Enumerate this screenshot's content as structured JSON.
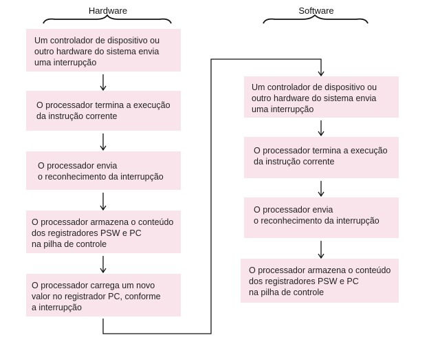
{
  "hardware": {
    "title": "Hardware",
    "steps": [
      "Um controlador de dispositivo ou\noutro hardware do sistema envia\numa interrupção",
      "O processador termina a execução\nda instrução corrente",
      "O processador envia\no reconhecimento da interrupção",
      "O processador armazena o conteúdo\ndos registradores PSW e PC\nna pilha de controle",
      "O processador carrega um novo\nvalor no registrador PC, conforme\na interrupção"
    ]
  },
  "software": {
    "title": "Software",
    "steps": [
      "Um controlador de dispositivo ou\noutro hardware do sistema envia\numa interrupção",
      "O processador termina a execução\nda instrução corrente",
      "O processador envia\no reconhecimento da interrupção",
      "O processador armazena o conteúdo\ndos registradores PSW e PC\nna pilha de controle"
    ]
  },
  "colors": {
    "box_fill": "#f9e4ec",
    "line": "#111111"
  }
}
